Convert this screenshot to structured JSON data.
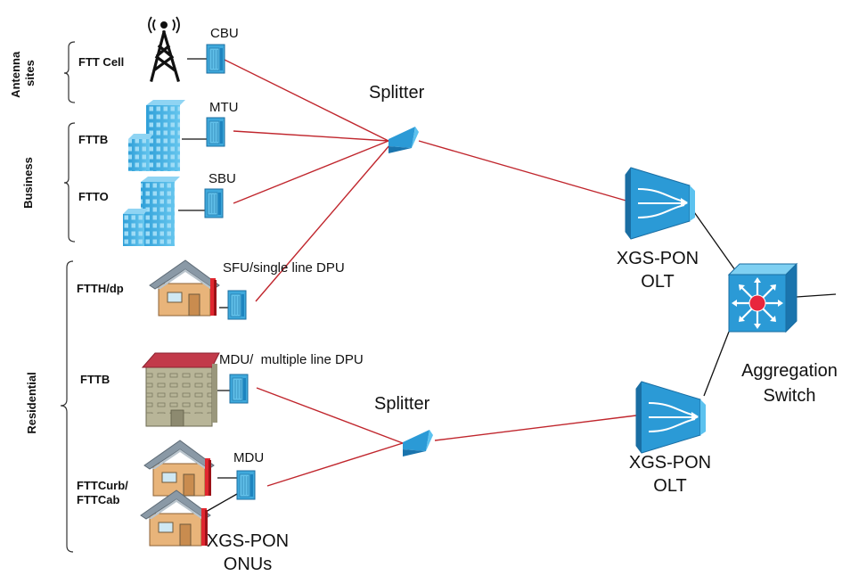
{
  "groups": {
    "antenna": "Antenna sites",
    "business": "Business",
    "residential": "Residential"
  },
  "categories": {
    "ftt_cell": "FTT Cell",
    "fttb_business": "FTTB",
    "ftto": "FTTO",
    "ftth_dp": "FTTH/dp",
    "fttb_residential": "FTTB",
    "fttcurb": "FTTCurb/",
    "fttcab": "FTTCab"
  },
  "onus": {
    "cbu": "CBU",
    "mtu": "MTU",
    "sbu": "SBU",
    "sfu": "SFU/single line DPU",
    "mdu_multi": "MDU/  multiple line DPU",
    "mdu": "MDU",
    "caption_line1": "XGS-PON",
    "caption_line2": "ONUs"
  },
  "splitters": {
    "top": "Splitter",
    "bottom": "Splitter"
  },
  "olts": {
    "top_line1": "XGS-PON",
    "top_line2": "OLT",
    "bottom_line1": "XGS-PON",
    "bottom_line2": "OLT"
  },
  "switch": {
    "line1": "Aggregation",
    "line2": "Switch"
  },
  "colors": {
    "device_blue": "#3fa9dc",
    "fiber_red": "#c0262d",
    "house_wall": "#e8b47a",
    "roof_gray": "#8a99a6",
    "mdu_roof": "#c23a4a",
    "mdu_wall": "#b8b598",
    "switch_center": "#e8263c"
  },
  "icons": [
    "antenna-tower-icon",
    "office-building-icon",
    "house-icon",
    "apartment-building-icon",
    "onu-device-icon",
    "splitter-icon",
    "olt-icon",
    "aggregation-switch-icon"
  ]
}
